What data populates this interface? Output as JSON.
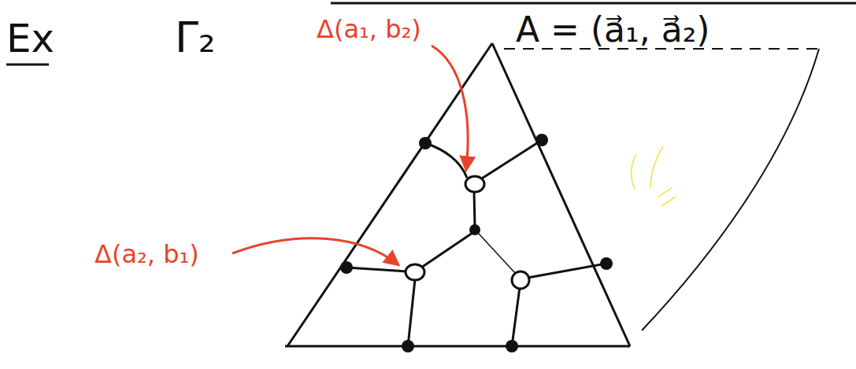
{
  "diagram": {
    "labels": [
      "Ex",
      "Γ₂",
      "Δ(a₁, b₂)",
      "Δ(a₂, b₁)",
      "A = (a⃗₁, a⃗₂)"
    ]
  }
}
